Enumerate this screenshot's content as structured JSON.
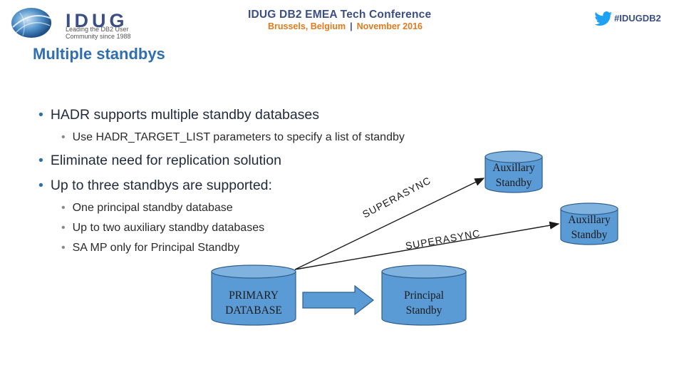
{
  "header": {
    "logo_name": "IDUG",
    "logo_tagline": [
      "Leading the DB2 User",
      "Community since 1988"
    ],
    "conference_title": "IDUG DB2 EMEA Tech Conference",
    "conference_location": "Brussels, Belgium",
    "conference_separator": "|",
    "conference_date": "November 2016",
    "hashtag": "#IDUGDB2"
  },
  "slide": {
    "title": "Multiple standbys",
    "bullets": [
      {
        "level": 1,
        "text": "HADR supports multiple standby databases"
      },
      {
        "level": 2,
        "text": "Use HADR_TARGET_LIST parameters to specify a list of standby"
      },
      {
        "level": 1,
        "text": "Eliminate need for replication solution"
      },
      {
        "level": 1,
        "text": "Up to three standbys are supported:"
      },
      {
        "level": 2,
        "text": "One principal standby database"
      },
      {
        "level": 2,
        "text": "Up to two auxiliary standby databases"
      },
      {
        "level": 2,
        "text": "SA MP only for Principal Standby"
      }
    ]
  },
  "diagram": {
    "primary": [
      "PRIMARY",
      "DATABASE"
    ],
    "principal": [
      "Principal",
      "Standby"
    ],
    "aux1": [
      "Auxillary",
      "Standby"
    ],
    "aux2": [
      "Auxillary",
      "Standby"
    ],
    "flow_label_1": "SUPERASYNC",
    "flow_label_2": "SUPERASYNC"
  },
  "colors": {
    "accent_blue": "#2f6fb0",
    "brand_navy": "#3b4f86",
    "brand_orange": "#e07a1e",
    "cylinder_fill": "#5b9bd5",
    "cylinder_top": "#7fb2df"
  },
  "icons": [
    "idug-globe-logo-icon",
    "twitter-bird-icon",
    "bullet-dot-icon",
    "right-arrow-icon"
  ]
}
